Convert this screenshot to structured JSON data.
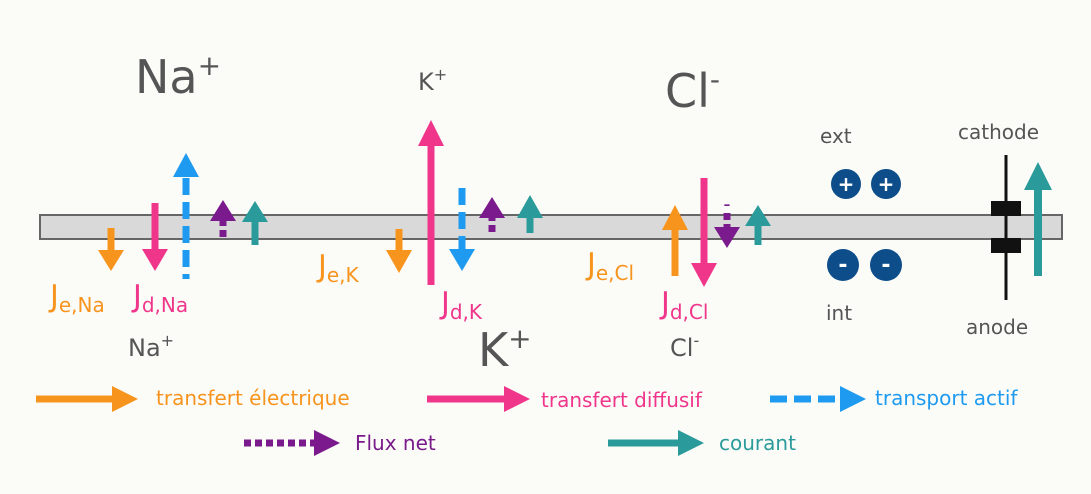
{
  "colors": {
    "orange": "#f7941d",
    "pink": "#f0368b",
    "blue": "#1e9bf0",
    "purple": "#7a1a8c",
    "teal": "#2a9b9a",
    "membrane_fill": "#d9d9d9",
    "membrane_stroke": "#666666",
    "charge_circle": "#0d4e8a",
    "label_gray": "#555555",
    "black": "#111111"
  },
  "ions": {
    "na": {
      "ext_label": "Na",
      "ext_sup": "+",
      "int_label": "Na",
      "int_sup": "+"
    },
    "k": {
      "ext_label": "K",
      "ext_sup": "+",
      "int_label": "K",
      "int_sup": "+"
    },
    "cl": {
      "ext_label": "Cl",
      "ext_sup": "-",
      "int_label": "Cl",
      "int_sup": "-"
    }
  },
  "flux_labels": {
    "je_na": {
      "main": "J",
      "sub": "e,Na"
    },
    "jd_na": {
      "main": "J",
      "sub": "d,Na"
    },
    "je_k": {
      "main": "J",
      "sub": "e,K"
    },
    "jd_k": {
      "main": "J",
      "sub": "d,K"
    },
    "je_cl": {
      "main": "J",
      "sub": "e,Cl"
    },
    "jd_cl": {
      "main": "J",
      "sub": "d,Cl"
    }
  },
  "cl_net_minus": "-",
  "charges": {
    "ext_label": "ext",
    "int_label": "int",
    "plus": "+",
    "minus": "-"
  },
  "electrode": {
    "cathode": "cathode",
    "anode": "anode"
  },
  "legend": {
    "electric": "transfert électrique",
    "diffusive": "transfert diffusif",
    "active": "transport actif",
    "net": "Flux net",
    "current": "courant"
  }
}
